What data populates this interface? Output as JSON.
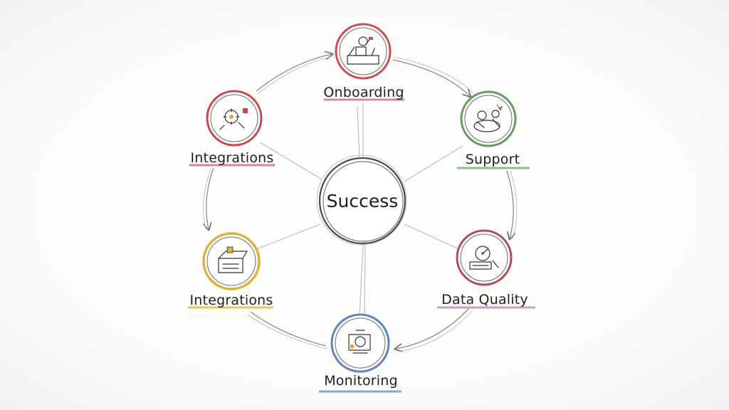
{
  "center": {
    "label": "Success"
  },
  "nodes": [
    {
      "id": "onboarding",
      "label": "Onboarding",
      "color": "#c9504e",
      "icon": "podium-icon"
    },
    {
      "id": "support",
      "label": "Support",
      "color": "#5f9f58",
      "icon": "support-team-icon"
    },
    {
      "id": "data-quality",
      "label": "Data Quality",
      "color": "#b24c5a",
      "icon": "data-gauge-icon"
    },
    {
      "id": "monitoring",
      "label": "Monitoring",
      "color": "#5f86bf",
      "icon": "monitor-eye-icon"
    },
    {
      "id": "integrations-2",
      "label": "Integrations",
      "color": "#d9b43a",
      "icon": "puzzle-box-icon"
    },
    {
      "id": "integrations-1",
      "label": "Integrations",
      "color": "#c94a4a",
      "icon": "gear-plug-icon"
    }
  ]
}
